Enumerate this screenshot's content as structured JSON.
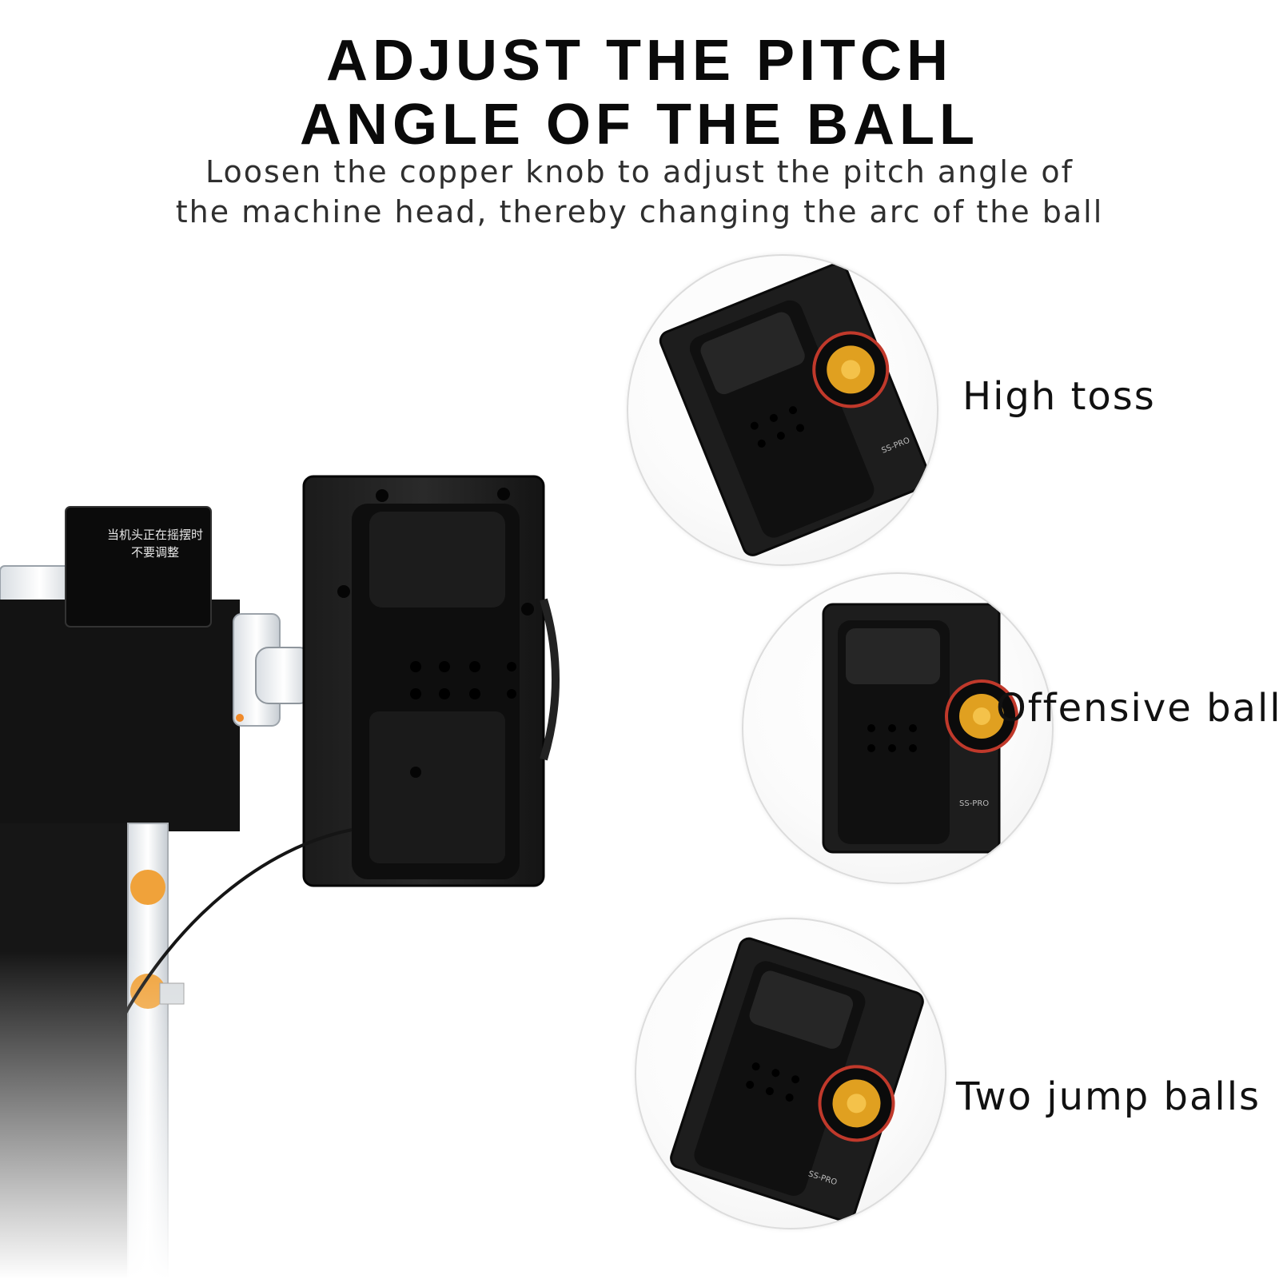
{
  "header": {
    "title_line1": "ADJUST THE PITCH",
    "title_line2": "ANGLE OF THE BALL",
    "subtitle_line1": "Loosen the copper knob to adjust the pitch angle of",
    "subtitle_line2": "the machine head, thereby changing the arc of the ball"
  },
  "machine": {
    "warning_label_line1": "当机头正在摇摆时",
    "warning_label_line2": "不要调整",
    "body_color": "#111111",
    "accent_color": "#e0a020"
  },
  "options": [
    {
      "label": "High toss"
    },
    {
      "label": "Offensive ball"
    },
    {
      "label": "Two jump balls"
    }
  ]
}
